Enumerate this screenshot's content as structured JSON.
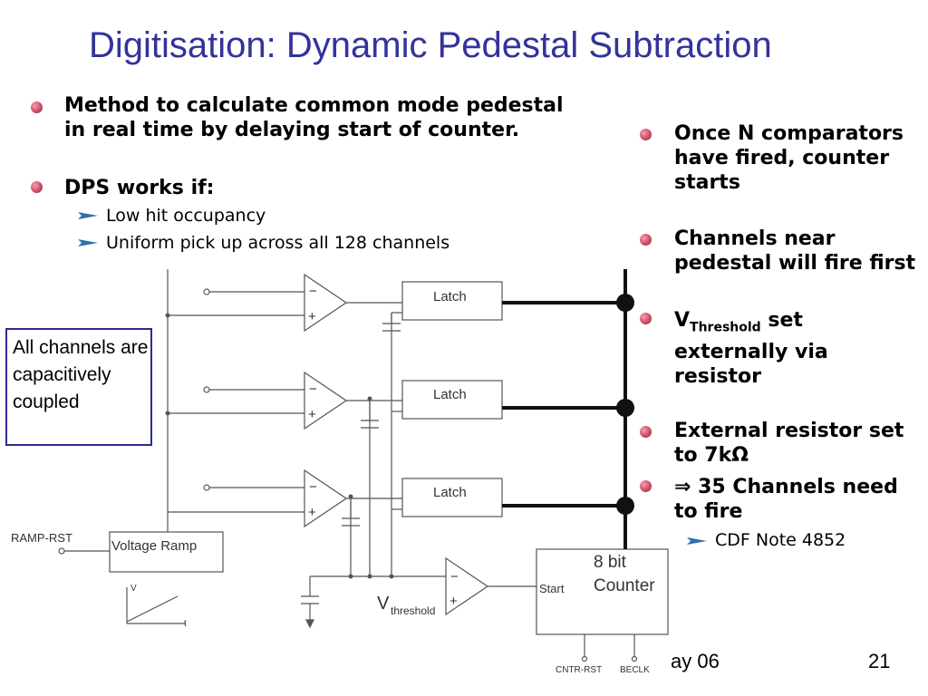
{
  "slide": {
    "title": "Digitisation: Dynamic Pedestal Subtraction",
    "left_bullets": [
      {
        "text": "Method to calculate common mode pedestal in real time by delaying start of counter."
      },
      {
        "text": "DPS works if:"
      }
    ],
    "left_subbullets": [
      {
        "text": "Low hit occupancy"
      },
      {
        "text": "Uniform pick up across all 128 channels"
      }
    ],
    "right_bullets": [
      {
        "text": "Once N comparators have fired, counter starts"
      },
      {
        "text": "Channels near pedestal will fire first"
      },
      {
        "threshold_main": "V",
        "threshold_sub": "Threshold",
        "threshold_rest": " set externally via resistor"
      },
      {
        "text": "External resistor set to 7kΩ"
      },
      {
        "text": "⇒ 35 Channels need to fire"
      }
    ],
    "right_subbullets": [
      {
        "text": "CDF Note 4852"
      }
    ],
    "callout": "All channels are capacitively coupled",
    "footer_date": "ay 06",
    "page_number": "21"
  },
  "diagram": {
    "latch_label": "Latch",
    "ramp_rst_label": "RAMP-RST",
    "voltage_ramp_label": "Voltage Ramp",
    "counter_line1": "8 bit",
    "counter_line2": "Counter",
    "start_label": "Start",
    "vthreshold_main": "V",
    "vthreshold_sub": "threshold",
    "cntr_rst_label": "CNTR-RST",
    "beclk_label": "BECLK",
    "minus_sign": "−",
    "plus_sign": "+",
    "v_axis_label": "V",
    "t_axis_label": "t"
  },
  "colors": {
    "title": "#33339a",
    "bullet": "#c84660",
    "sub_arrow": "#2f6fb0",
    "callout_border": "#2b2b8f"
  },
  "icons": {
    "bullet": "pink-dot-bullet-icon",
    "sub_bullet": "blue-arrow-bullet-icon"
  }
}
